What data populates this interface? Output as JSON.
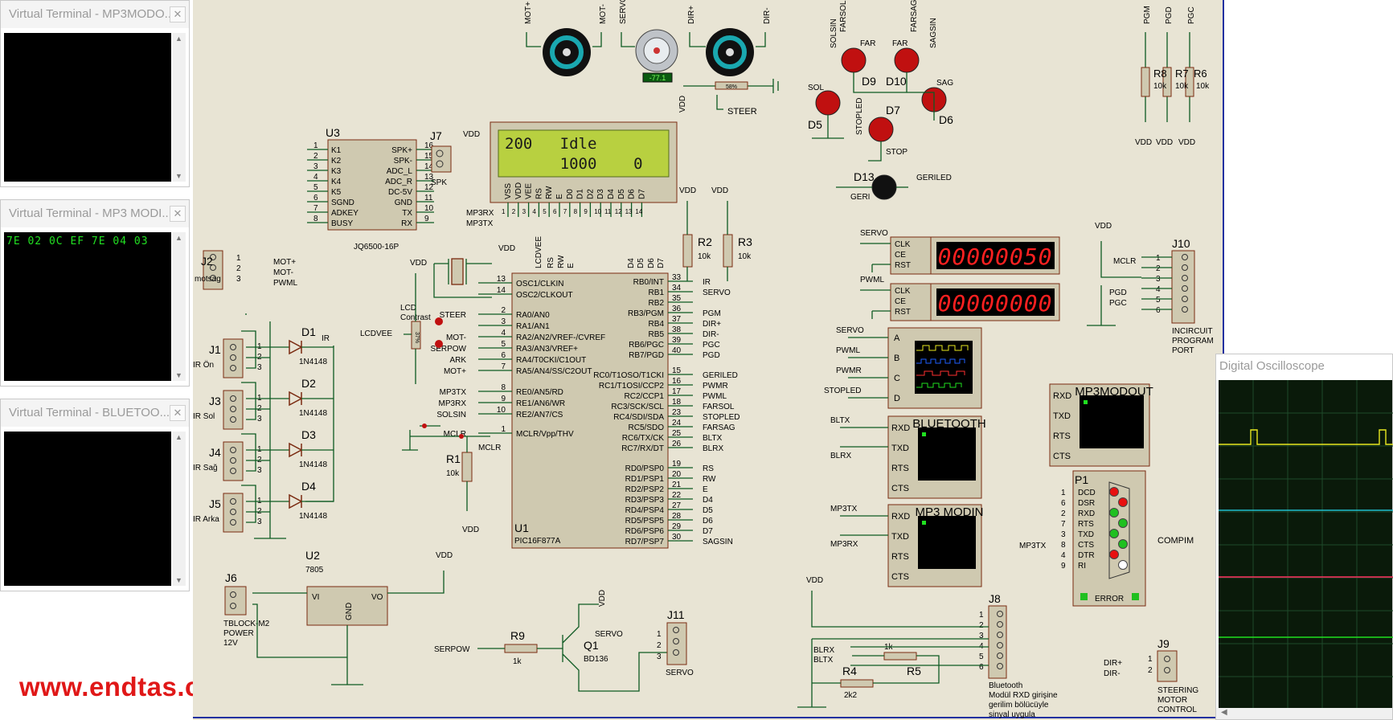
{
  "terminals": [
    {
      "title": "Virtual Terminal - MP3MODO...",
      "text": ""
    },
    {
      "title": "Virtual Terminal - MP3 MODI...",
      "text": "7E 02 0C EF 7E 04 03"
    },
    {
      "title": "Virtual Terminal - BLUETOO...",
      "text": ""
    }
  ],
  "close_glyph": "✕",
  "oscilloscope": {
    "title": "Digital Oscilloscope"
  },
  "watermark": "www.endtas.com",
  "lcd": {
    "line1": "200   Idle",
    "line2": "      1000    0"
  },
  "counters": {
    "servo": "00000050",
    "pwml": "00000000"
  },
  "servo_readout": "-77.1",
  "pot_readout": "58%",
  "lcd_pot_readout": "37%",
  "components": {
    "u1": "U1",
    "u1_part": "PIC16F877A",
    "u3": "U3",
    "u3_part": "JQ6500-16P",
    "u2": "U2",
    "u2_part": "7805",
    "j7": "J7",
    "spk": "SPK",
    "j2": "J2",
    "motsag": "motsag",
    "j1": "J1",
    "ir_on": "IR Ön",
    "j3": "J3",
    "ir_sol": "IR Sol",
    "j4": "J4",
    "ir_sag": "IR Sağ",
    "j5": "J5",
    "ir_arka": "IR Arka",
    "j6": "J6",
    "j6_part": "TBLOCK-M2",
    "power": "POWER",
    "v12": "12V",
    "d1": "D1",
    "d2": "D2",
    "d3": "D3",
    "d4": "D4",
    "diode": "1N4148",
    "r1": "R1",
    "r2": "R2",
    "r3": "R3",
    "r4": "R4",
    "r5": "R5",
    "r6": "R6",
    "r7": "R7",
    "r8": "R8",
    "r9": "R9",
    "k10": "10k",
    "k1": "1k",
    "k2k2": "2k2",
    "q1": "Q1",
    "q1_part": "BD136",
    "j11": "J11",
    "servo": "SERVO",
    "j8": "J8",
    "j9": "J9",
    "j10": "J10",
    "p1": "P1",
    "compim": "COMPIM",
    "error": "ERROR",
    "lcd_contrast_1": "LCD",
    "lcd_contrast_2": "Contrast",
    "d5": "D5",
    "d6": "D6",
    "d7": "D7",
    "d9": "D9",
    "d10": "D10",
    "d13": "D13",
    "sol": "SOL",
    "sag": "SAG",
    "far1": "FAR",
    "far2": "FAR",
    "stop": "STOP",
    "geri": "GERI",
    "bluetooth": "BLUETOOTH",
    "mp3modin": "MP3 MODIN",
    "mp3modout": "MP3MODOUT",
    "icsp_1": "INCIRCUIT",
    "icsp_2": "PROGRAM",
    "icsp_3": "PORT",
    "steer_1": "STEERING",
    "steer_2": "MOTOR",
    "steer_3": "CONTROL",
    "bt_note_1": "Bluetooth",
    "bt_note_2": "Modül RXD girişine",
    "bt_note_3": "gerilim bölücüyle",
    "bt_note_4": "sinyal uygula"
  },
  "u1_left_pins": [
    {
      "num": "13",
      "name": "OSC1/CLKIN"
    },
    {
      "num": "14",
      "name": "OSC2/CLKOUT"
    },
    {
      "num": "2",
      "name": "RA0/AN0"
    },
    {
      "num": "3",
      "name": "RA1/AN1"
    },
    {
      "num": "4",
      "name": "RA2/AN2/VREF-/CVREF"
    },
    {
      "num": "5",
      "name": "RA3/AN3/VREF+"
    },
    {
      "num": "6",
      "name": "RA4/T0CKI/C1OUT"
    },
    {
      "num": "7",
      "name": "RA5/AN4/SS/C2OUT"
    },
    {
      "num": "8",
      "name": "RE0/AN5/RD"
    },
    {
      "num": "9",
      "name": "RE1/AN6/WR"
    },
    {
      "num": "10",
      "name": "RE2/AN7/CS"
    },
    {
      "num": "1",
      "name": "MCLR/Vpp/THV"
    }
  ],
  "u1_left_nets": [
    "",
    "",
    "STEER",
    "",
    "MOT-",
    "SERPOW",
    "ARK",
    "MOT+",
    "MP3TX",
    "MP3RX",
    "SOLSIN",
    "MCLR"
  ],
  "u1_right_pins": [
    {
      "num": "33",
      "name": "RB0/INT",
      "net": "IR"
    },
    {
      "num": "34",
      "name": "RB1",
      "net": "SERVO"
    },
    {
      "num": "35",
      "name": "RB2",
      "net": ""
    },
    {
      "num": "36",
      "name": "RB3/PGM",
      "net": "PGM"
    },
    {
      "num": "37",
      "name": "RB4",
      "net": "DIR+"
    },
    {
      "num": "38",
      "name": "RB5",
      "net": "DIR-"
    },
    {
      "num": "39",
      "name": "RB6/PGC",
      "net": "PGC"
    },
    {
      "num": "40",
      "name": "RB7/PGD",
      "net": "PGD"
    },
    {
      "num": "15",
      "name": "RC0/T1OSO/T1CKI",
      "net": "GERILED"
    },
    {
      "num": "16",
      "name": "RC1/T1OSI/CCP2",
      "net": "PWMR"
    },
    {
      "num": "17",
      "name": "RC2/CCP1",
      "net": "PWML"
    },
    {
      "num": "18",
      "name": "RC3/SCK/SCL",
      "net": "FARSOL"
    },
    {
      "num": "23",
      "name": "RC4/SDI/SDA",
      "net": "STOPLED"
    },
    {
      "num": "24",
      "name": "RC5/SDO",
      "net": "FARSAG"
    },
    {
      "num": "25",
      "name": "RC6/TX/CK",
      "net": "BLTX"
    },
    {
      "num": "26",
      "name": "RC7/RX/DT",
      "net": "BLRX"
    },
    {
      "num": "19",
      "name": "RD0/PSP0",
      "net": "RS"
    },
    {
      "num": "20",
      "name": "RD1/PSP1",
      "net": "RW"
    },
    {
      "num": "21",
      "name": "RD2/PSP2",
      "net": "E"
    },
    {
      "num": "22",
      "name": "RD3/PSP3",
      "net": "D4"
    },
    {
      "num": "27",
      "name": "RD4/PSP4",
      "net": "D5"
    },
    {
      "num": "28",
      "name": "RD5/PSP5",
      "net": "D6"
    },
    {
      "num": "29",
      "name": "RD6/PSP6",
      "net": "D7"
    },
    {
      "num": "30",
      "name": "RD7/PSP7",
      "net": "SAGSIN"
    }
  ],
  "u3_left_pins": [
    {
      "num": "1",
      "name": "K1"
    },
    {
      "num": "2",
      "name": "K2"
    },
    {
      "num": "3",
      "name": "K3"
    },
    {
      "num": "4",
      "name": "K4"
    },
    {
      "num": "5",
      "name": "K5"
    },
    {
      "num": "6",
      "name": "SGND"
    },
    {
      "num": "7",
      "name": "ADKEY"
    },
    {
      "num": "8",
      "name": "BUSY"
    }
  ],
  "u3_right_pins": [
    {
      "num": "16",
      "name": "SPK+"
    },
    {
      "num": "15",
      "name": "SPK-"
    },
    {
      "num": "14",
      "name": "ADC_L"
    },
    {
      "num": "13",
      "name": "ADC_R"
    },
    {
      "num": "12",
      "name": "DC-5V"
    },
    {
      "num": "11",
      "name": "GND"
    },
    {
      "num": "10",
      "name": "TX",
      "net": "MP3RX"
    },
    {
      "num": "9",
      "name": "RX",
      "net": "MP3TX"
    }
  ],
  "lcd_pins": [
    "VSS",
    "VDD",
    "VEE",
    "RS",
    "RW",
    "E",
    "D0",
    "D1",
    "D2",
    "D3",
    "D4",
    "D5",
    "D6",
    "D7"
  ],
  "lcd_pin_nums": [
    "1",
    "2",
    "3",
    "4",
    "5",
    "6",
    "7",
    "8",
    "9",
    "10",
    "11",
    "12",
    "13",
    "14"
  ],
  "lcd_nets": [
    "LCDVEE",
    "RS",
    "RW",
    "E",
    "D4",
    "D5",
    "D6",
    "D7"
  ],
  "top_nets": [
    "MOT+",
    "MOT-",
    "SERVO",
    "DIR+",
    "DIR-",
    "SOLSIN",
    "FARSOL",
    "FARSAG",
    "SAGSIN",
    "STOPLED",
    "STEER",
    "GERILED",
    "PGM",
    "PGD",
    "PGC",
    "VDD",
    "IR",
    "LCDVEE",
    "PWMR",
    "PWML",
    "MCLR",
    "SERPOW",
    "MP3TX",
    "MP3RX",
    "BLTX",
    "BLRX"
  ],
  "counter_pins": [
    "CLK",
    "CE",
    "RST"
  ],
  "scope_channels": [
    "A",
    "B",
    "C",
    "D"
  ],
  "serial_pins": [
    "RXD",
    "TXD",
    "RTS",
    "CTS"
  ],
  "compim_pins": [
    {
      "num": "1",
      "name": "DCD"
    },
    {
      "num": "6",
      "name": "DSR"
    },
    {
      "num": "2",
      "name": "RXD"
    },
    {
      "num": "7",
      "name": "RTS"
    },
    {
      "num": "3",
      "name": "TXD"
    },
    {
      "num": "8",
      "name": "CTS"
    },
    {
      "num": "4",
      "name": "DTR"
    },
    {
      "num": "9",
      "name": "RI"
    }
  ],
  "j10_nets": [
    "MCLR",
    "PGD",
    "PGC"
  ],
  "j8_nets": [
    "BLRX",
    "BLTX"
  ],
  "connector_pins": [
    "1",
    "2",
    "3",
    "4",
    "5",
    "6"
  ],
  "labels_vdd": "VDD",
  "colors": {
    "sheet": "#e8e4d4",
    "component": "#cfc9b0",
    "wire": "#0d5a22",
    "outline": "#7a2a10",
    "lcd": "#b8d040",
    "segment": "#ff2020",
    "terminal_text": "#22e022",
    "watermark": "#e01818"
  }
}
